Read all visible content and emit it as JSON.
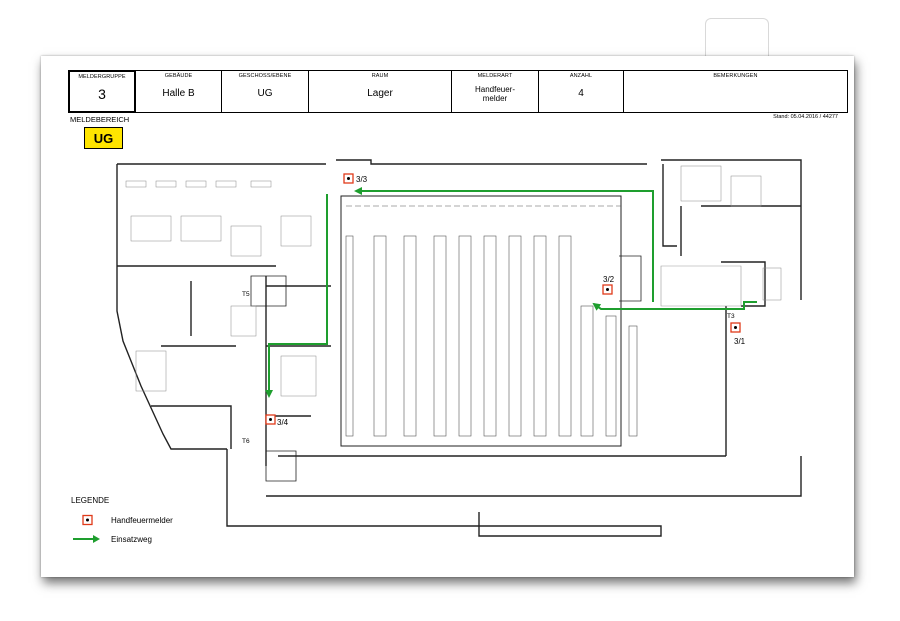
{
  "header": {
    "cells": [
      {
        "label": "MELDERGRUPPE",
        "value": "3"
      },
      {
        "label": "GEBÄUDE",
        "value": "Halle B"
      },
      {
        "label": "GESCHOSS/EBENE",
        "value": "UG"
      },
      {
        "label": "RAUM",
        "value": "Lager"
      },
      {
        "label": "MELDERART",
        "value": "Handfeuer-\nmelder"
      },
      {
        "label": "ANZAHL",
        "value": "4"
      },
      {
        "label": "BEMERKUNGEN",
        "value": ""
      }
    ],
    "stand": "Stand: 05.04.2016 / 44277"
  },
  "area": {
    "label": "MELDEBEREICH",
    "badge": "UG",
    "badge_color": "#ffe500"
  },
  "plan": {
    "detectors": [
      {
        "id": "3/1"
      },
      {
        "id": "3/2"
      },
      {
        "id": "3/3"
      },
      {
        "id": "3/4"
      }
    ],
    "stairs": [
      {
        "id": "T3"
      },
      {
        "id": "T5"
      },
      {
        "id": "T6"
      }
    ],
    "route_color": "#1e9e2e",
    "detector_color": "#e03a1a"
  },
  "legend": {
    "title": "LEGENDE",
    "items": [
      {
        "icon": "detector-icon",
        "label": "Handfeuermelder"
      },
      {
        "icon": "route-arrow-icon",
        "label": "Einsatzweg"
      }
    ]
  }
}
